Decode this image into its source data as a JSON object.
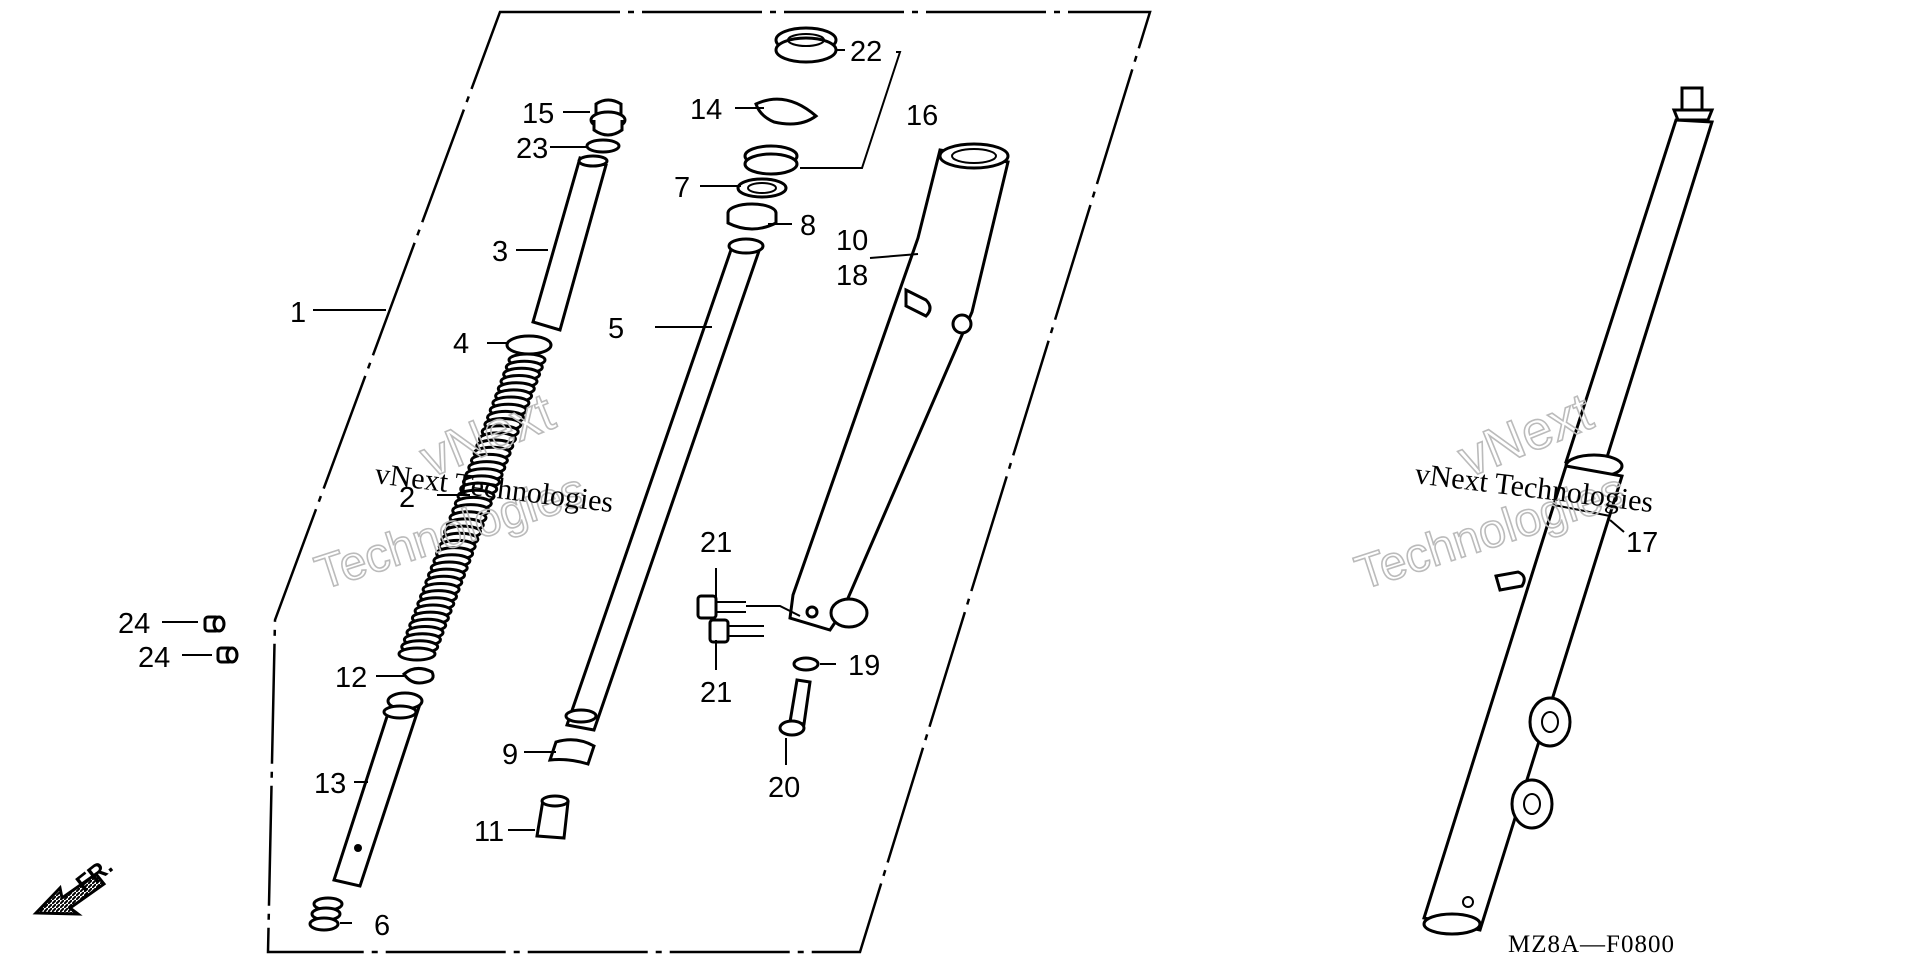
{
  "diagram": {
    "drawing_code": "MZ8A—F0800",
    "direction_label": "FR.",
    "watermark": {
      "line1": "vNext Technologies",
      "line2": "vNext",
      "line3": "Technologies"
    },
    "callouts": [
      {
        "id": "c1",
        "text": "1"
      },
      {
        "id": "c2",
        "text": "2"
      },
      {
        "id": "c3",
        "text": "3"
      },
      {
        "id": "c4",
        "text": "4"
      },
      {
        "id": "c5",
        "text": "5"
      },
      {
        "id": "c6",
        "text": "6"
      },
      {
        "id": "c7",
        "text": "7"
      },
      {
        "id": "c8",
        "text": "8"
      },
      {
        "id": "c9",
        "text": "9"
      },
      {
        "id": "c10",
        "text": "10"
      },
      {
        "id": "c11",
        "text": "11"
      },
      {
        "id": "c12",
        "text": "12"
      },
      {
        "id": "c13",
        "text": "13"
      },
      {
        "id": "c14",
        "text": "14"
      },
      {
        "id": "c15",
        "text": "15"
      },
      {
        "id": "c16",
        "text": "16"
      },
      {
        "id": "c17",
        "text": "17"
      },
      {
        "id": "c18",
        "text": "18"
      },
      {
        "id": "c19",
        "text": "19"
      },
      {
        "id": "c20",
        "text": "20"
      },
      {
        "id": "c21a",
        "text": "21"
      },
      {
        "id": "c21b",
        "text": "21"
      },
      {
        "id": "c22",
        "text": "22"
      },
      {
        "id": "c23",
        "text": "23"
      },
      {
        "id": "c24a",
        "text": "24"
      },
      {
        "id": "c24b",
        "text": "24"
      }
    ]
  }
}
